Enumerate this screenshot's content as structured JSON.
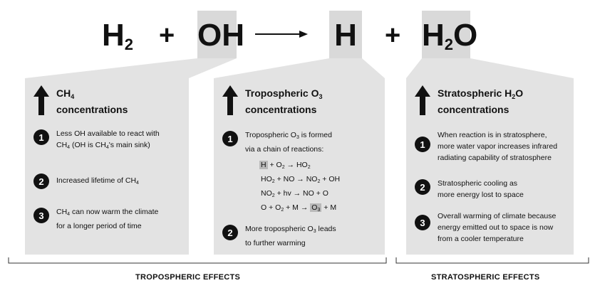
{
  "equation": {
    "h2": "H",
    "h2_sub": "2",
    "plus1": "+",
    "oh": "OH",
    "arrow": "→",
    "h": "H",
    "plus2": "+",
    "h2o_h": "H",
    "h2o_sub": "2",
    "h2o_o": "O"
  },
  "panels": {
    "ch4": {
      "header_line1": "CH",
      "header_line1_sub": "4",
      "header_line2": "concentrations",
      "items": [
        {
          "num": "1",
          "line1a": "Less OH available to react with",
          "line2a": "CH",
          "line2b": "4",
          "line2c": " (OH is CH",
          "line2d": "4",
          "line2e": "'s main sink)"
        },
        {
          "num": "2",
          "line1a": "Increased lifetime of CH",
          "line1b": "4"
        },
        {
          "num": "3",
          "line1a": "CH",
          "line1b": "4",
          "line1c": " can now warm the climate",
          "line2a": "for a longer period of time"
        }
      ]
    },
    "o3": {
      "header_line1": "Tropospheric O",
      "header_line1_sub": "3",
      "header_line2": "concentrations",
      "item1_line1a": "Tropospheric O",
      "item1_line1b": "3",
      "item1_line1c": " is formed",
      "item1_line2": "via a chain of reactions:",
      "item1_num": "1",
      "reactions": {
        "r1": {
          "a": "H",
          "b": " + O",
          "c": "2",
          "d": " → HO",
          "e": "2"
        },
        "r2": {
          "a": "HO",
          "b": "2",
          "c": " + NO → NO",
          "d": "2",
          "e": " + OH"
        },
        "r3": {
          "a": "NO",
          "b": "2",
          "c": " + hv → NO + O"
        },
        "r4": {
          "a": "O + O",
          "b": "2",
          "c": " + M → ",
          "d": "O",
          "e": "3",
          "f": " + M"
        }
      },
      "item2_num": "2",
      "item2_line1a": "More tropospheric O",
      "item2_line1b": "3",
      "item2_line1c": " leads",
      "item2_line2": "to further warming"
    },
    "h2o": {
      "header_line1": "Stratospheric H",
      "header_line1_sub": "2",
      "header_line1_end": "O",
      "header_line2": "concentrations",
      "items": [
        {
          "num": "1",
          "l1": "When reaction is in stratosphere,",
          "l2": "more water vapor increases infrared",
          "l3": "radiating capability of stratosphere"
        },
        {
          "num": "2",
          "l1": "Stratospheric cooling as",
          "l2": "more energy lost to space"
        },
        {
          "num": "3",
          "l1": "Overall warming of climate because",
          "l2": "energy emitted out to space is now",
          "l3": "from a cooler temperature"
        }
      ]
    }
  },
  "footer": {
    "tropospheric": "TROPOSPHERIC EFFECTS",
    "stratospheric": "STRATOSPHERIC EFFECTS"
  },
  "colors": {
    "panel": "#e3e3e3",
    "highlight": "#d9d9d9",
    "dark": "#111111"
  }
}
